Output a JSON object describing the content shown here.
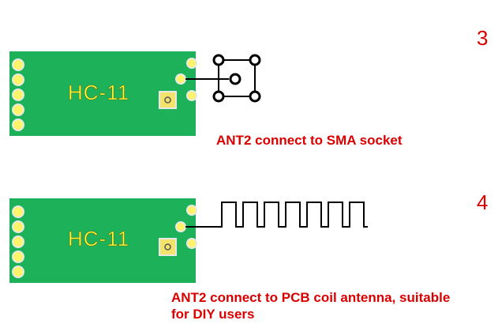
{
  "colors": {
    "board": "#1db15a",
    "pad_fill": "#fff36a",
    "pad_ring": "#e8e8e8",
    "label": "#ffff40",
    "accent": "#d90000",
    "wire": "#000000"
  },
  "icons": {
    "sma_socket": "sma-socket-icon",
    "coil_antenna": "pcb-coil-antenna-icon"
  },
  "sections": [
    {
      "step": "3",
      "module_label": "HC-11",
      "caption": "ANT2 connect to SMA socket"
    },
    {
      "step": "4",
      "module_label": "HC-11",
      "caption_line1": "ANT2 connect to PCB coil antenna, suitable",
      "caption_line2": "for DIY users"
    }
  ]
}
